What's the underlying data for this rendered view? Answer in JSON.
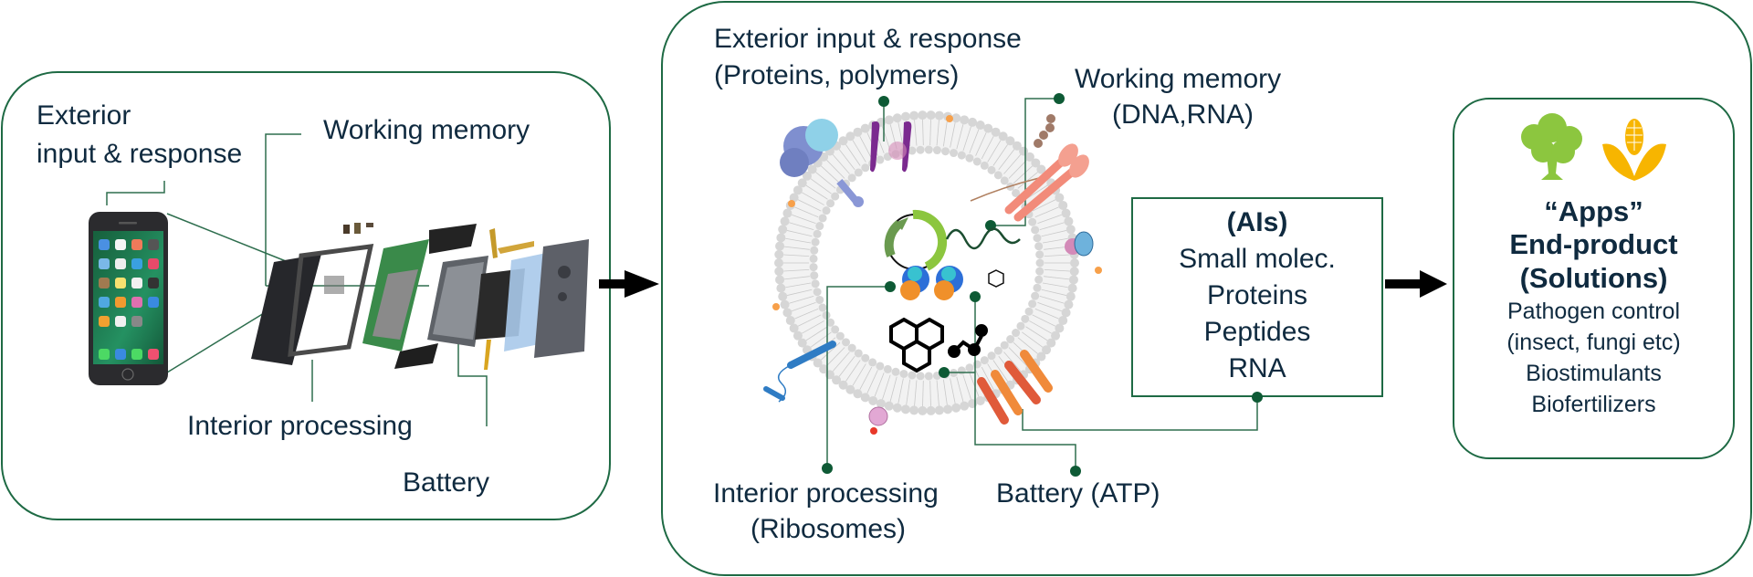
{
  "phone_panel": {
    "labels": {
      "exterior_line1": "Exterior",
      "exterior_line2": "input & response",
      "working_memory": "Working memory",
      "interior_processing": "Interior processing",
      "battery": "Battery"
    },
    "icons": [
      "smartphone-icon",
      "disassembled-phone-icon"
    ]
  },
  "cell_panel": {
    "labels": {
      "exterior_line1": "Exterior input & response",
      "exterior_line2": "(Proteins, polymers)",
      "working_memory_line1": "Working memory",
      "working_memory_line2": "(DNA,RNA)",
      "interior_line1": "Interior processing",
      "interior_line2": "(Ribosomes)",
      "battery": "Battery (ATP)"
    },
    "ais_box": {
      "title": "(AIs)",
      "items": [
        "Small molec.",
        "Proteins",
        "Peptides",
        "RNA"
      ]
    }
  },
  "apps_panel": {
    "title_line1": "“Apps”",
    "title_line2": "End-product",
    "title_line3": "(Solutions)",
    "items": [
      "Pathogen control",
      "(insect, fungi etc)",
      "Biostimulants",
      "Biofertilizers"
    ],
    "icons": [
      "tree-icon",
      "corn-icon"
    ]
  },
  "colors": {
    "border_green": "#1e6a44",
    "connector_dot": "#0e5a35",
    "text_navy": "#0f2a3f",
    "tree_green": "#8cc63f",
    "corn_yellow": "#f7b500",
    "arrow": "#000000"
  }
}
